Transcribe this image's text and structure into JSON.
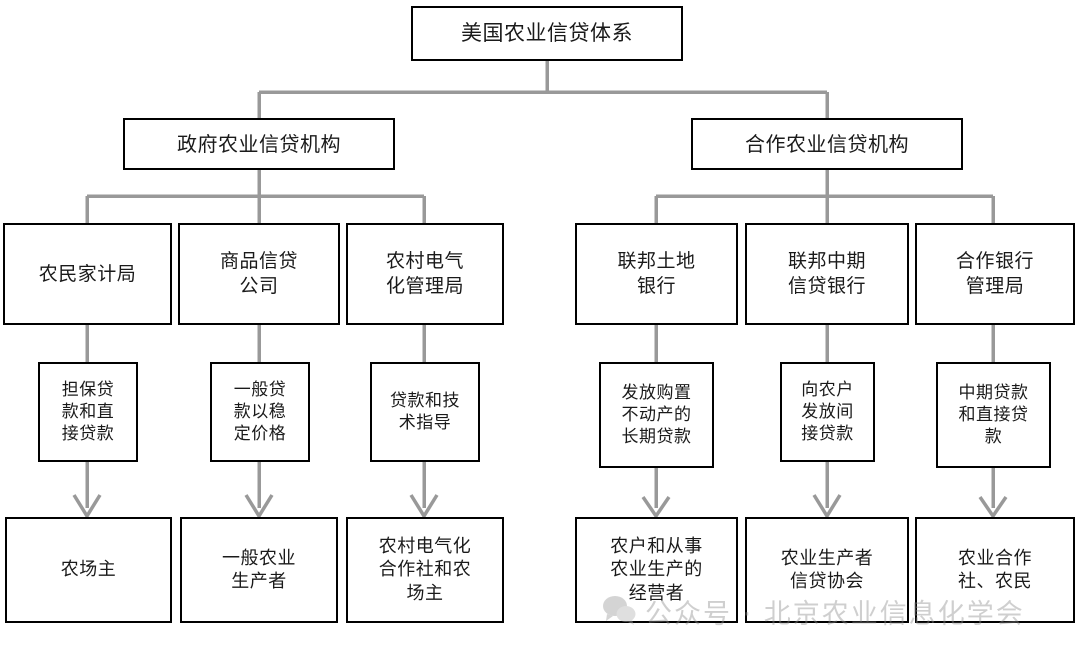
{
  "diagram": {
    "type": "hierarchy-flowchart",
    "title": "美国农业信贷体系",
    "root": {
      "label": "美国农业信贷体系"
    },
    "branches": [
      {
        "id": "government",
        "label": "政府农业信贷机构"
      },
      {
        "id": "cooperative",
        "label": "合作农业信贷机构"
      }
    ],
    "columns": [
      {
        "branch": "government",
        "agency": "农民家计局",
        "function": "担保贷\n款和直\n接贷款",
        "target": "农场主"
      },
      {
        "branch": "government",
        "agency": "商品信贷\n公司",
        "function": "一般贷\n款以稳\n定价格",
        "target": "一般农业\n生产者"
      },
      {
        "branch": "government",
        "agency": "农村电气\n化管理局",
        "function": "贷款和技\n术指导",
        "target": "农村电气化\n合作社和农\n场主"
      },
      {
        "branch": "cooperative",
        "agency": "联邦土地\n银行",
        "function": "发放购置\n不动产的\n长期贷款",
        "target": "农户和从事\n农业生产的\n经营者"
      },
      {
        "branch": "cooperative",
        "agency": "联邦中期\n信贷银行",
        "function": "向农户\n发放间\n接贷款",
        "target": "农业生产者\n信贷协会"
      },
      {
        "branch": "cooperative",
        "agency": "合作银行\n管理局",
        "function": "中期贷款\n和直接贷\n款",
        "target": "农业合作\n社、农民"
      }
    ]
  },
  "watermark": {
    "text": "公众号 · 北京农业信息化学会",
    "icon": "wechat-bubble-icon"
  },
  "colors": {
    "box_border": "#000000",
    "box_fill": "#ffffff",
    "connector": "#999999",
    "text": "#1a1a1a",
    "watermark": "#8e8e8e"
  }
}
